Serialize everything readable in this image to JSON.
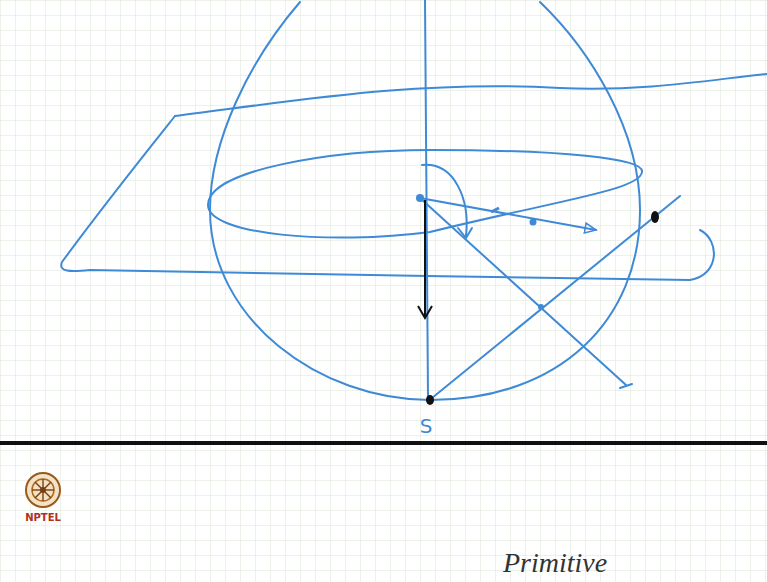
{
  "diagram": {
    "labels": [
      "S",
      "NPTEL",
      "Primitive"
    ]
  }
}
